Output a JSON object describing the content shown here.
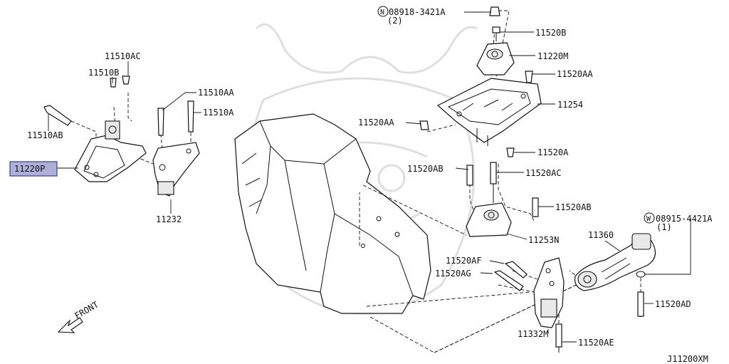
{
  "labels": {
    "hdr_n": "08918-3421A",
    "hdr_n_qty": "(2)",
    "p11520B": "11520B",
    "p11220M": "11220M",
    "p11520AA_top": "11520AA",
    "p11254": "11254",
    "p11520AA_mid": "11520AA",
    "p11520A": "11520A",
    "p11520AB_left": "11520AB",
    "p11520AC": "11520AC",
    "p11520AB_right": "11520AB",
    "p11253N": "11253N",
    "p11510AC": "11510AC",
    "p11510B": "11510B",
    "p11510AA": "11510AA",
    "p11510A": "11510A",
    "p11510AB": "11510AB",
    "p11220P": "11220P",
    "p11232": "11232",
    "hdr_w": "08915-4421A",
    "hdr_w_qty": "(1)",
    "p11360": "11360",
    "p11520AF": "11520AF",
    "p11520AG": "11520AG",
    "p11520AD": "11520AD",
    "p11332M": "11332M",
    "p11520AE": "11520AE",
    "front": "FRONT",
    "diagram_code": "J11200XM",
    "n_symbol": "N",
    "w_symbol": "W"
  },
  "highlight": {
    "part": "11220P",
    "fill": "#aeb0d9",
    "stroke": "#3a3f8f"
  }
}
